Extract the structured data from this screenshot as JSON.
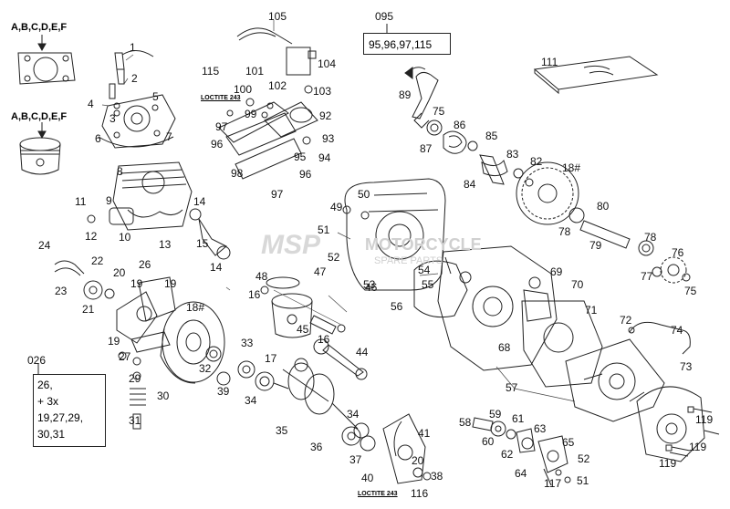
{
  "diagram": {
    "set_labels": {
      "top": "A,B,C,D,E,F",
      "middle": "A,B,C,D,E,F"
    },
    "kit_095": {
      "title": "095",
      "contents": "95,96,97,115"
    },
    "kit_026": {
      "title": "026",
      "line1": "26,",
      "line2": "+ 3x",
      "line3": "19,27,29,",
      "line4": "30,31"
    },
    "manual_label": "111",
    "loctite_top": "LOCTITE 243",
    "loctite_bottom": "LOCTITE 243",
    "watermark": {
      "brand": "MSP",
      "line1": "MOTORCYCLE",
      "line2": "SPARE PARTS"
    },
    "parts": [
      {
        "id": "p1",
        "text": "1"
      },
      {
        "id": "p2",
        "text": "2"
      },
      {
        "id": "p4",
        "text": "4"
      },
      {
        "id": "p3",
        "text": "3"
      },
      {
        "id": "p5",
        "text": "5"
      },
      {
        "id": "p6",
        "text": "6"
      },
      {
        "id": "p7",
        "text": "7"
      },
      {
        "id": "p8",
        "text": "8"
      },
      {
        "id": "p9",
        "text": "9"
      },
      {
        "id": "p11",
        "text": "11"
      },
      {
        "id": "p12",
        "text": "12"
      },
      {
        "id": "p10",
        "text": "10"
      },
      {
        "id": "p13",
        "text": "13"
      },
      {
        "id": "p14a",
        "text": "14"
      },
      {
        "id": "p15",
        "text": "15"
      },
      {
        "id": "p14b",
        "text": "14"
      },
      {
        "id": "p24",
        "text": "24"
      },
      {
        "id": "p22",
        "text": "22"
      },
      {
        "id": "p23",
        "text": "23"
      },
      {
        "id": "p20a",
        "text": "20"
      },
      {
        "id": "p26",
        "text": "26"
      },
      {
        "id": "p19a",
        "text": "19"
      },
      {
        "id": "p19b",
        "text": "19"
      },
      {
        "id": "p21",
        "text": "21"
      },
      {
        "id": "p18a",
        "text": "18#"
      },
      {
        "id": "p19c",
        "text": "19"
      },
      {
        "id": "p27",
        "text": "27"
      },
      {
        "id": "p29",
        "text": "29"
      },
      {
        "id": "p30",
        "text": "30"
      },
      {
        "id": "p31",
        "text": "31"
      },
      {
        "id": "p32",
        "text": "32"
      },
      {
        "id": "p33",
        "text": "33"
      },
      {
        "id": "p39",
        "text": "39"
      },
      {
        "id": "p34a",
        "text": "34"
      },
      {
        "id": "p17",
        "text": "17"
      },
      {
        "id": "p35",
        "text": "35"
      },
      {
        "id": "p34b",
        "text": "34"
      },
      {
        "id": "p36",
        "text": "36"
      },
      {
        "id": "p37",
        "text": "37"
      },
      {
        "id": "p41",
        "text": "41"
      },
      {
        "id": "p20b",
        "text": "20"
      },
      {
        "id": "p38",
        "text": "38"
      },
      {
        "id": "p40",
        "text": "40"
      },
      {
        "id": "p116",
        "text": "116"
      },
      {
        "id": "p105",
        "text": "105"
      },
      {
        "id": "p104",
        "text": "104"
      },
      {
        "id": "p115",
        "text": "115"
      },
      {
        "id": "p101",
        "text": "101"
      },
      {
        "id": "p102",
        "text": "102"
      },
      {
        "id": "p100",
        "text": "100"
      },
      {
        "id": "p103",
        "text": "103"
      },
      {
        "id": "p99",
        "text": "99"
      },
      {
        "id": "p92",
        "text": "92"
      },
      {
        "id": "p97a",
        "text": "97"
      },
      {
        "id": "p96a",
        "text": "96"
      },
      {
        "id": "p93",
        "text": "93"
      },
      {
        "id": "p95",
        "text": "95"
      },
      {
        "id": "p94",
        "text": "94"
      },
      {
        "id": "p98",
        "text": "98"
      },
      {
        "id": "p96b",
        "text": "96"
      },
      {
        "id": "p97b",
        "text": "97"
      },
      {
        "id": "p50",
        "text": "50"
      },
      {
        "id": "p49",
        "text": "49"
      },
      {
        "id": "p51a",
        "text": "51"
      },
      {
        "id": "p52a",
        "text": "52"
      },
      {
        "id": "p48",
        "text": "48"
      },
      {
        "id": "p47",
        "text": "47"
      },
      {
        "id": "p16a",
        "text": "16"
      },
      {
        "id": "p46",
        "text": "46"
      },
      {
        "id": "p45",
        "text": "45"
      },
      {
        "id": "p16b",
        "text": "16"
      },
      {
        "id": "p44",
        "text": "44"
      },
      {
        "id": "p53",
        "text": "53"
      },
      {
        "id": "p54",
        "text": "54"
      },
      {
        "id": "p55",
        "text": "55"
      },
      {
        "id": "p56",
        "text": "56"
      },
      {
        "id": "p89",
        "text": "89"
      },
      {
        "id": "p75a",
        "text": "75"
      },
      {
        "id": "p87",
        "text": "87"
      },
      {
        "id": "p86",
        "text": "86"
      },
      {
        "id": "p85",
        "text": "85"
      },
      {
        "id": "p84",
        "text": "84"
      },
      {
        "id": "p83",
        "text": "83"
      },
      {
        "id": "p82",
        "text": "82"
      },
      {
        "id": "p18b",
        "text": "18#"
      },
      {
        "id": "p80",
        "text": "80"
      },
      {
        "id": "p78a",
        "text": "78"
      },
      {
        "id": "p79",
        "text": "79"
      },
      {
        "id": "p78b",
        "text": "78"
      },
      {
        "id": "p76",
        "text": "76"
      },
      {
        "id": "p77",
        "text": "77"
      },
      {
        "id": "p75b",
        "text": "75"
      },
      {
        "id": "p69",
        "text": "69"
      },
      {
        "id": "p70",
        "text": "70"
      },
      {
        "id": "p71",
        "text": "71"
      },
      {
        "id": "p72",
        "text": "72"
      },
      {
        "id": "p74",
        "text": "74"
      },
      {
        "id": "p68",
        "text": "68"
      },
      {
        "id": "p57",
        "text": "57"
      },
      {
        "id": "p73",
        "text": "73"
      },
      {
        "id": "p58",
        "text": "58"
      },
      {
        "id": "p59",
        "text": "59"
      },
      {
        "id": "p61",
        "text": "61"
      },
      {
        "id": "p60",
        "text": "60"
      },
      {
        "id": "p62",
        "text": "62"
      },
      {
        "id": "p63",
        "text": "63"
      },
      {
        "id": "p65",
        "text": "65"
      },
      {
        "id": "p64",
        "text": "64"
      },
      {
        "id": "p117",
        "text": "117"
      },
      {
        "id": "p52b",
        "text": "52"
      },
      {
        "id": "p51b",
        "text": "51"
      },
      {
        "id": "p119a",
        "text": "119"
      },
      {
        "id": "p119b",
        "text": "119"
      },
      {
        "id": "p119c",
        "text": "119"
      }
    ]
  }
}
